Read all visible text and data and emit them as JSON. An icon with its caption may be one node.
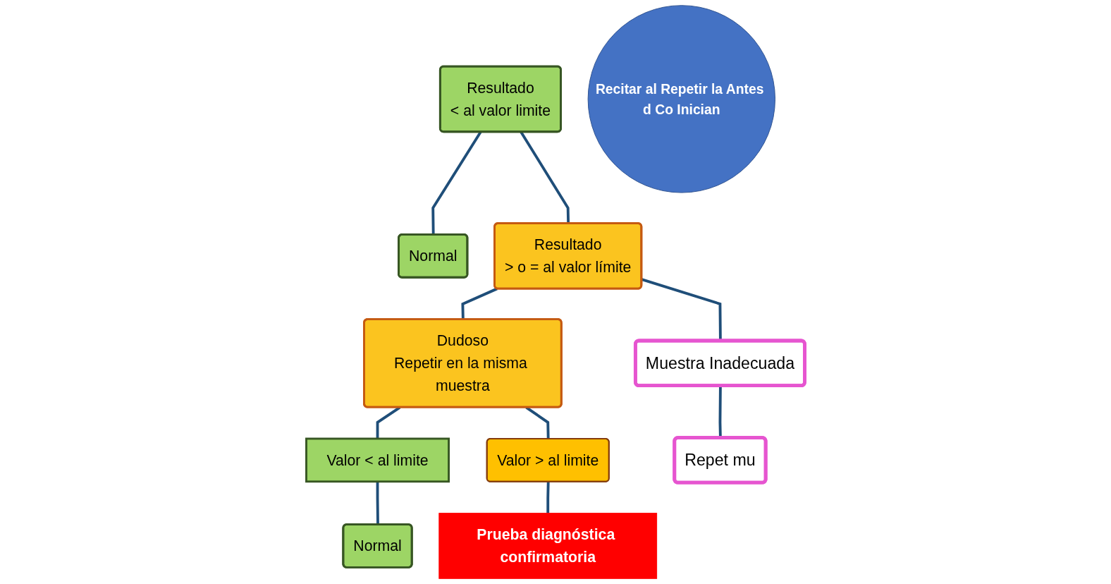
{
  "diagram": {
    "nodes": [
      {
        "text": [
          "Resultado",
          "< al valor limite"
        ]
      },
      {
        "text": [
          "Normal"
        ]
      },
      {
        "text": [
          "Resultado",
          "> o = al valor límite"
        ]
      },
      {
        "text": [
          "Dudoso",
          "Repetir en la misma muestra"
        ]
      },
      {
        "text": [
          "Valor < al limite"
        ]
      },
      {
        "text": [
          "Valor > al limite"
        ]
      },
      {
        "text": [
          "Normal"
        ]
      },
      {
        "text": [
          "Prueba diagnóstica confirmatoria"
        ]
      },
      {
        "text": [
          "Muestra Inadecuada"
        ]
      },
      {
        "text": [
          "Repet mu"
        ]
      },
      {
        "text": [
          "Recitar al Repetir la Antes d Co Inician"
        ]
      }
    ],
    "edges": [
      {
        "from": 0,
        "to": 2,
        "arrow": "none"
      },
      {
        "from": 2,
        "to": 8,
        "arrow": "none"
      },
      {
        "from": 0,
        "to": 1,
        "arrow": "none"
      },
      {
        "from": 2,
        "to": 3,
        "arrow": "none"
      },
      {
        "from": 3,
        "to": 4,
        "arrow": "none"
      },
      {
        "from": 3,
        "to": 5,
        "arrow": "none"
      },
      {
        "from": 4,
        "to": 6,
        "arrow": "none"
      },
      {
        "from": 5,
        "to": 7,
        "arrow": "none"
      },
      {
        "from": 8,
        "to": 9,
        "arrow": "none"
      }
    ]
  }
}
